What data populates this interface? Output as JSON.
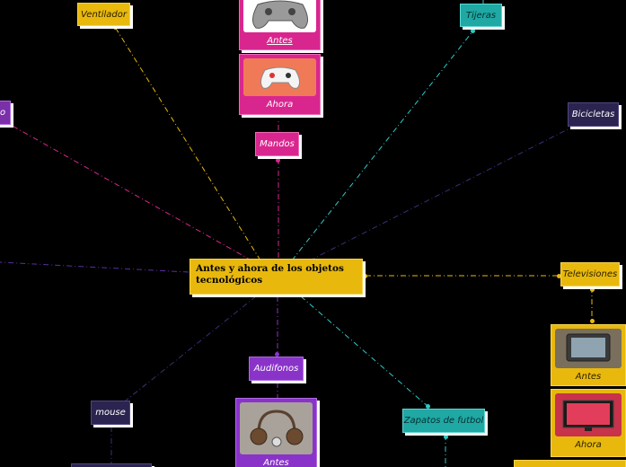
{
  "central": {
    "title": "Antes y ahora de los objetos tecnológicos"
  },
  "nodes": {
    "ventilador": "Ventilador",
    "tijeras": "Tijeras",
    "bicicletas": "Bicicletas",
    "mandos": "Mandos",
    "televisiones": "Televisiones",
    "audifonos": "Audifonos",
    "mouse": "mouse",
    "zapatos": "Zapatos de futbol",
    "left_partial": "o"
  },
  "cards": {
    "mandos_antes": "Antes",
    "mandos_ahora": "Ahora",
    "tv_antes": "Antes",
    "tv_ahora": "Ahora",
    "audifonos_antes": "Antes"
  },
  "colors": {
    "yellow": "#e8b80d",
    "pink": "#d9268f",
    "purple": "#8a33c9",
    "navy": "#2b2450",
    "teal": "#1fa8a4"
  }
}
